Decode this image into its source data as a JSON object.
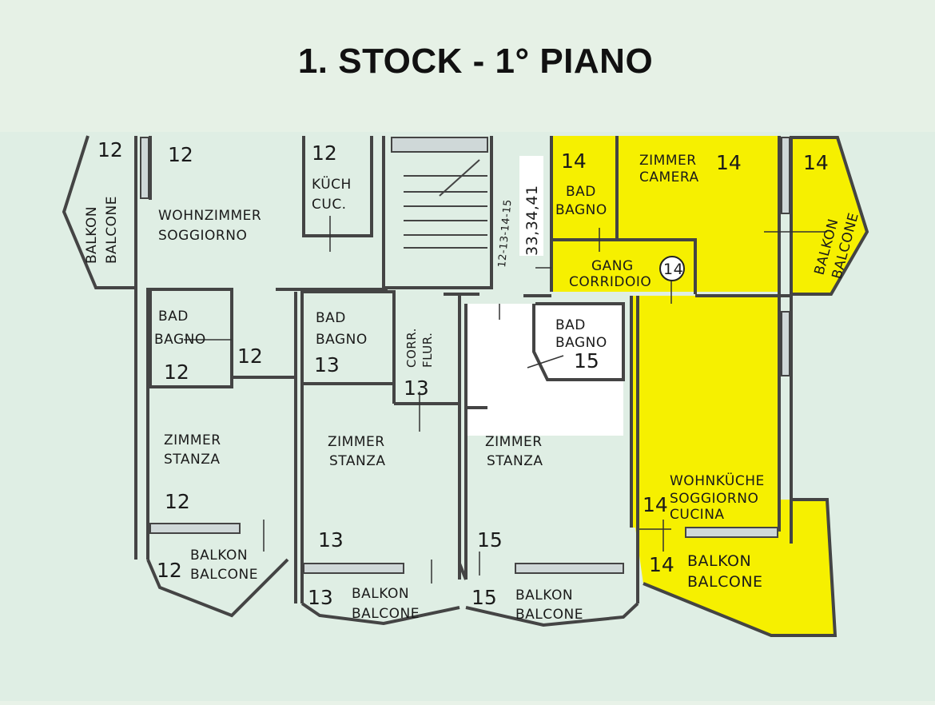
{
  "title": "1. STOCK - 1° PIANO",
  "colors": {
    "highlight": "#f6f000",
    "background": "#dfeee4",
    "wall": "#444444",
    "unit15": "#ffffff"
  },
  "labels": {
    "balkon_left_1": "BALKON",
    "balkon_left_2": "BALCONE",
    "n12_a": "12",
    "n12_b": "12",
    "wohnzimmer_1": "WOHNZIMMER",
    "wohnzimmer_2": "SOGGIORNO",
    "n12_kuch": "12",
    "kuch_1": "KÜCH",
    "kuch_2": "CUC.",
    "stair_note": "12-13-14-15",
    "stair_num": "33,34,41",
    "n14_bad": "14",
    "bad14_1": "BAD",
    "bad14_2": "BAGNO",
    "zimmer14_1": "ZIMMER",
    "zimmer14_2": "CAMERA",
    "n14_zimmer": "14",
    "n14_balkon_r": "14",
    "balkon_r_1": "BALKON",
    "balkon_r_2": "BALCONE",
    "gang_1": "GANG",
    "gang_2": "CORRIDOIO",
    "n14_circle": "14",
    "bad12_1": "BAD",
    "bad12_2": "BAGNO",
    "n12_bad": "12",
    "n12_bad_side": "12",
    "bad13_1": "BAD",
    "bad13_2": "BAGNO",
    "n13_bad": "13",
    "corr_1": "CORR.",
    "corr_2": "FLUR.",
    "n13_corr": "13",
    "bad15_1": "BAD",
    "bad15_2": "BAGNO",
    "n15_bad": "15",
    "zimmer12_1": "ZIMMER",
    "zimmer12_2": "STANZA",
    "n12_zimmer": "12",
    "zimmer13_1": "ZIMMER",
    "zimmer13_2": "STANZA",
    "n13_zimmer": "13",
    "zimmer15_1": "ZIMMER",
    "zimmer15_2": "STANZA",
    "n15_zimmer": "15",
    "wohnkueche_1": "WOHNKÜCHE",
    "wohnkueche_2": "SOGGIORNO",
    "wohnkueche_3": "CUCINA",
    "n14_wohnkueche": "14",
    "n12_balkon": "12",
    "balkon12_1": "BALKON",
    "balkon12_2": "BALCONE",
    "n13_balkon": "13",
    "balkon13_1": "BALKON",
    "balkon13_2": "BALCONE",
    "n15_balkon": "15",
    "balkon15_1": "BALKON",
    "balkon15_2": "BALCONE",
    "n14_balkon_b": "14",
    "balkon14_1": "BALKON",
    "balkon14_2": "BALCONE"
  }
}
